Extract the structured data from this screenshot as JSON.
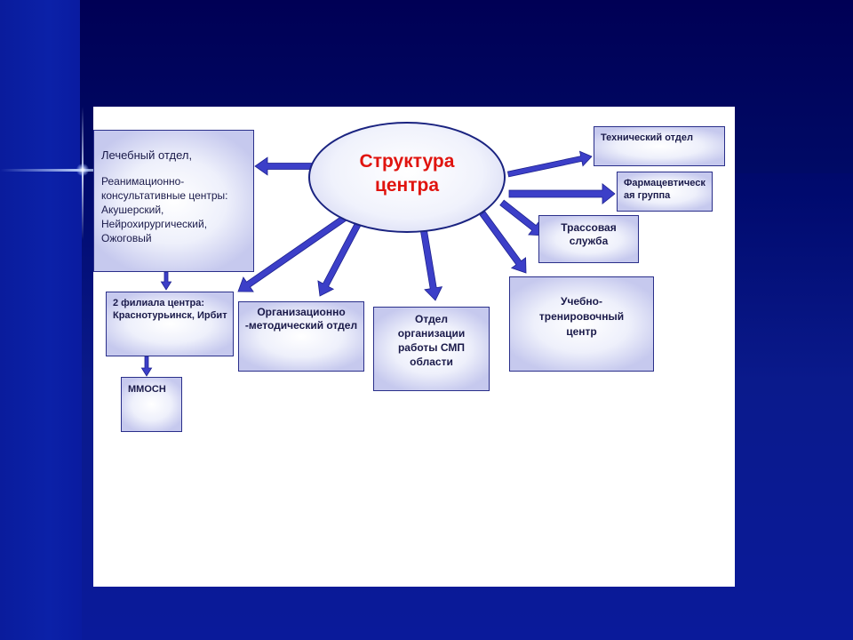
{
  "diagram": {
    "center": {
      "title": "Структура центра"
    },
    "nodes": {
      "lechebny": {
        "line1": "Лечебный отдел,",
        "line2": "Реанимационно-консультативные центры: Акушерский, Нейрохирургический, Ожоговый"
      },
      "filiala": "2  филиала центра: Краснотурьинск, Ирбит",
      "mmosn": "ММОСН",
      "orgmet": "Организационно -методический отдел",
      "otdelsmp": "Отдел организации работы СМП области",
      "uchebno": "Учебно-тренировочный центр",
      "trassovaya": "Трассовая служба",
      "farm": "Фармацевтическая группа",
      "tech": "Технический отдел"
    },
    "colors": {
      "arrow": "#3c3fc8",
      "center_text": "#e0140f",
      "box_border": "#2a2f8a"
    }
  }
}
